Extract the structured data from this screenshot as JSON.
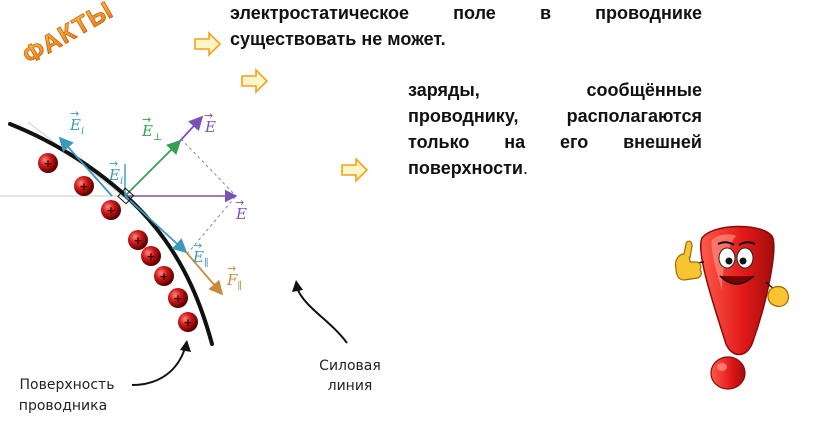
{
  "badge": {
    "text": "ФАКТЫ"
  },
  "facts": [
    {
      "line1": "электростатическое поле в проводнике",
      "line2": "существовать не может."
    },
    {
      "lines": [
        "заряды, сообщённые",
        "проводнику, располагаются",
        "только на его внешней"
      ],
      "last": "поверхности",
      "tail": "."
    }
  ],
  "diagram": {
    "charge_sign": "+",
    "vectors": {
      "e_i_top": {
        "base": "E",
        "sub": "i"
      },
      "e_perp": {
        "base": "E",
        "sub": "⊥"
      },
      "e_top": {
        "base": "E",
        "sub": ""
      },
      "e_i_mid": {
        "base": "E",
        "sub": "i"
      },
      "e_right": {
        "base": "E",
        "sub": ""
      },
      "e_par": {
        "base": "E",
        "sub": "∥"
      },
      "f_par": {
        "base": "F",
        "sub": "∥"
      }
    },
    "label_surface": {
      "line1": "Поверхность",
      "line2": "проводника"
    },
    "label_fieldline": {
      "line1": "Силовая",
      "line2": "линия"
    }
  },
  "colors": {
    "badge": "#f08a1c",
    "arrow_outline": "#f2a21b",
    "arrow_fill": "#fff5c9",
    "vec_teal": "#3a9ab8",
    "vec_green": "#35a055",
    "vec_purple": "#7a52b8",
    "vec_brown": "#c88a3c",
    "charge": "#c81a1a",
    "mascot_red": "#e01818",
    "mascot_glove": "#f7c531"
  }
}
